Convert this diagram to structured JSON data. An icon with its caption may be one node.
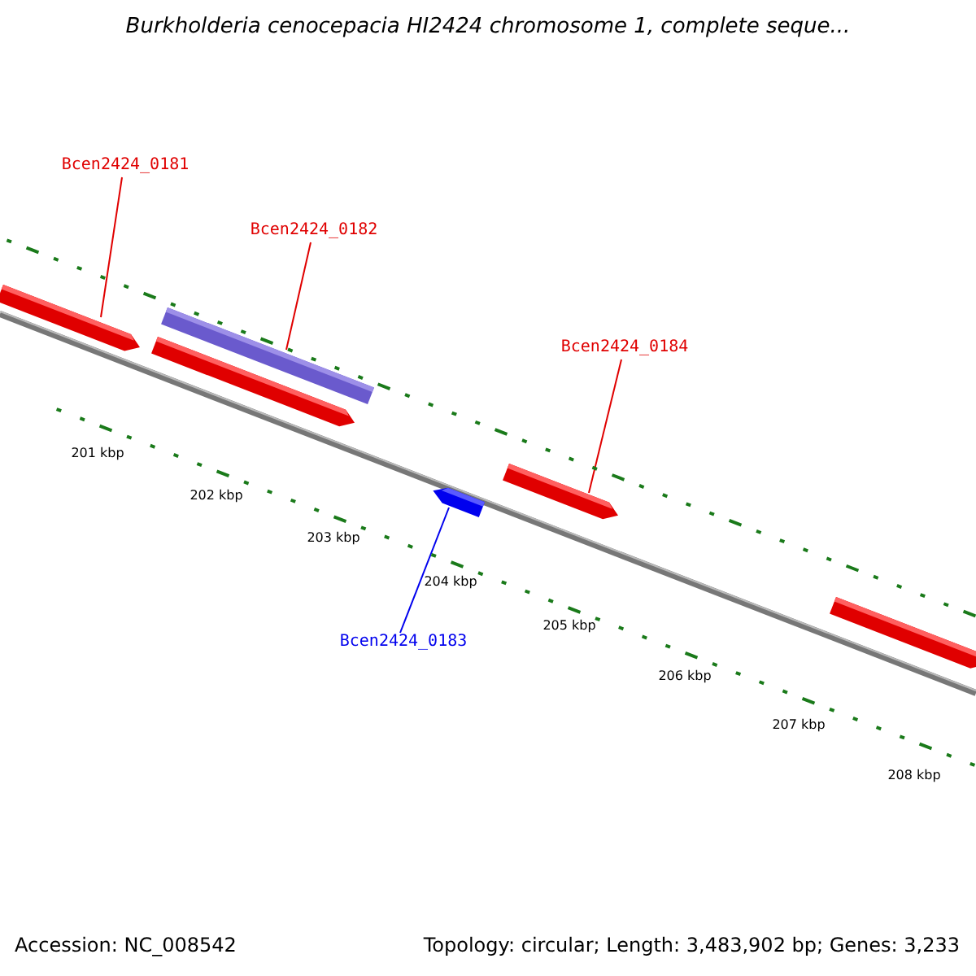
{
  "diagram": {
    "title": "Burkholderia cenocepacia HI2424 chromosome 1, complete seque...",
    "nodes": [
      {
        "text": [
          "Bcen2424_0181"
        ]
      },
      {
        "text": [],
        "shape": "arrow"
      },
      {
        "text": [
          "Bcen2424_0182"
        ]
      },
      {
        "text": [],
        "shape": "bar"
      },
      {
        "text": [
          "Bcen2424_0184"
        ]
      },
      {
        "text": [],
        "shape": "arrow"
      },
      {
        "text": [
          "Bcen2424_0183"
        ]
      },
      {
        "text": [],
        "shape": "arrow"
      },
      {
        "text": [],
        "shape": "arrow"
      },
      {
        "text": [],
        "shape": "arrow"
      }
    ],
    "edges": [
      {
        "from": 0,
        "to": 1,
        "arrow": "none"
      },
      {
        "from": 2,
        "to": 3,
        "arrow": "none"
      },
      {
        "from": 4,
        "to": 5,
        "arrow": "none"
      },
      {
        "from": 6,
        "to": 7,
        "arrow": "none",
        "color": "#0000ee"
      }
    ],
    "labels": [
      "201 kbp",
      "202 kbp",
      "203 kbp",
      "204 kbp",
      "205 kbp",
      "206 kbp",
      "207 kbp",
      "208 kbp",
      "Accession: NC_008542",
      "Topology: circular; Length: 3,483,902 bp; Genes: 3,233"
    ]
  }
}
